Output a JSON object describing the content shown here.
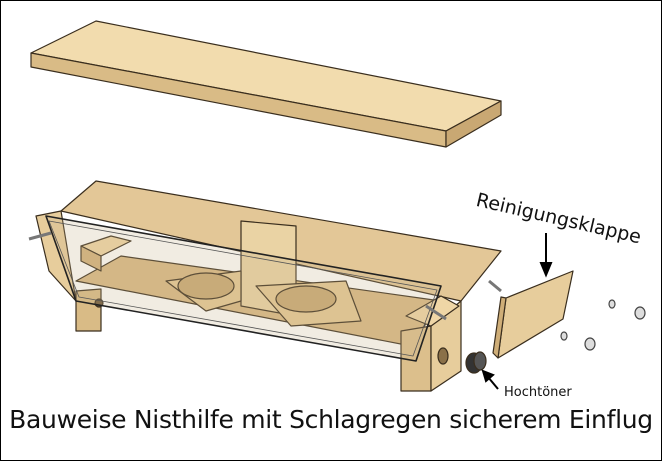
{
  "labels": {
    "cleaning_flap": "Reinigungsklappe",
    "tweeter": "Hochtöner"
  },
  "caption": "Bauweise Nisthilfe mit Schlagregen sicherem Einflug",
  "colors": {
    "wood_light": "#f0d9a8",
    "wood_mid": "#dcbf8c",
    "wood_dark": "#b99a68",
    "outline": "#3a2e1e"
  }
}
